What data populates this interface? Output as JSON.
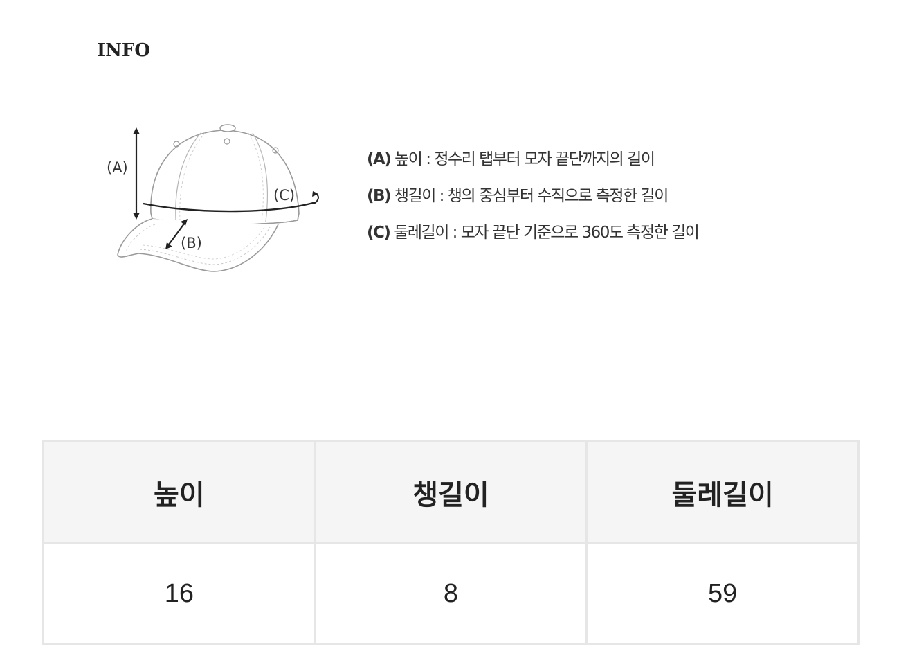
{
  "header": {
    "title": "INFO"
  },
  "diagram": {
    "label_a": "(A)",
    "label_b": "(B)",
    "label_c": "(C)"
  },
  "legend": [
    {
      "key": "(A)",
      "text": " 높이 : 정수리 탭부터 모자 끝단까지의 길이"
    },
    {
      "key": "(B)",
      "text": " 챙길이 : 챙의 중심부터 수직으로 측정한 길이"
    },
    {
      "key": "(C)",
      "text": " 둘레길이 : 모자 끝단 기준으로 360도 측정한 길이"
    }
  ],
  "size_table": {
    "headers": [
      "높이",
      "챙길이",
      "둘레길이"
    ],
    "values": [
      "16",
      "8",
      "59"
    ]
  }
}
